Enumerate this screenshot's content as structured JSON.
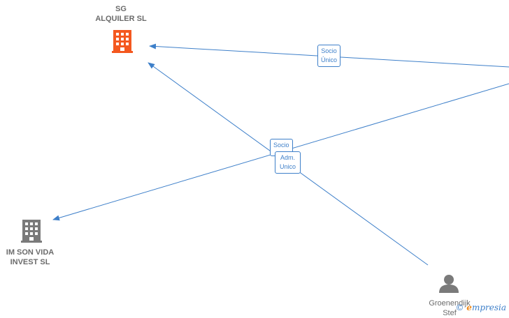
{
  "nodes": [
    {
      "id": "sg",
      "label": "SG\nALQUILER  SL",
      "icon": "building-icon",
      "color": "#f4581f"
    },
    {
      "id": "imson",
      "label": "IM SON VIDA\nINVEST  SL",
      "icon": "building-icon",
      "color": "#7a7a7a"
    },
    {
      "id": "groen",
      "label": "Groenendijk\nStef",
      "icon": "person-icon",
      "color": "#7a7a7a"
    }
  ],
  "edge_labels": [
    {
      "id": "socio-unico-1",
      "text": "Socio\nÚnico"
    },
    {
      "id": "socio",
      "text": "Socio"
    },
    {
      "id": "adm-unico",
      "text": "Adm.\nUnico"
    }
  ],
  "colors": {
    "edge": "#3d7fc9"
  },
  "watermark": {
    "copyright": "©",
    "brand_e": "e",
    "brand_rest": "mpresia"
  }
}
